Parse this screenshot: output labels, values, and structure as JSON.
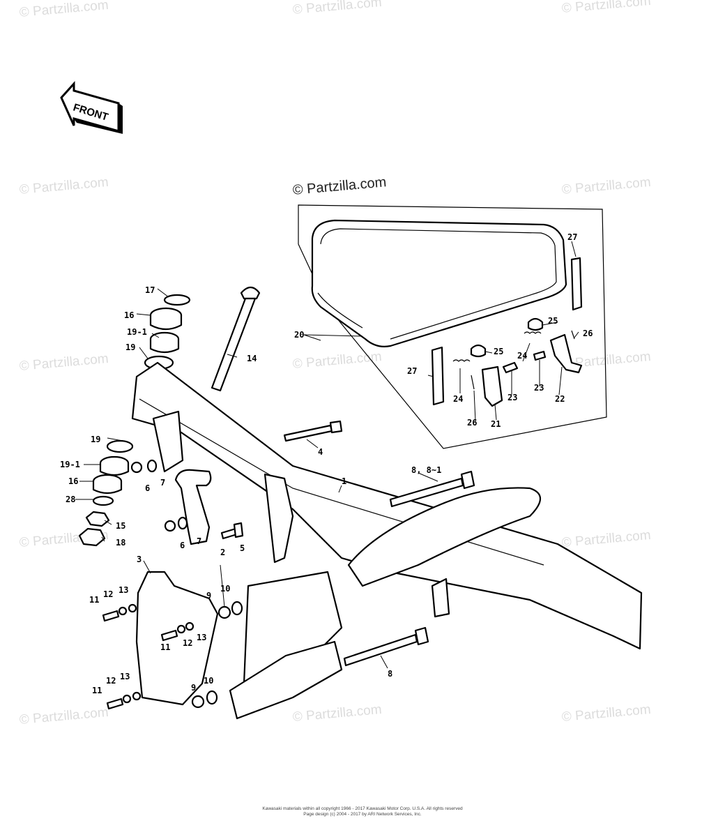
{
  "watermark": "© Partzilla.com",
  "front_label": "FRONT",
  "callouts": {
    "c1": "1",
    "c2": "2",
    "c3": "3",
    "c4": "4",
    "c5": "5",
    "c6a": "6",
    "c6b": "6",
    "c7a": "7",
    "c7b": "7",
    "c8a": "8, 8~1",
    "c8b": "8",
    "c9a": "9",
    "c9b": "9",
    "c10a": "10",
    "c10b": "10",
    "c11a": "11",
    "c11b": "11",
    "c11c": "11",
    "c12a": "12",
    "c12b": "12",
    "c12c": "12",
    "c13a": "13",
    "c13b": "13",
    "c13c": "13",
    "c14": "14",
    "c15": "15",
    "c16a": "16",
    "c16b": "16",
    "c17": "17",
    "c18": "18",
    "c19a": "19",
    "c19b": "19",
    "c191a": "19-1",
    "c191b": "19-1",
    "c20": "20",
    "c21": "21",
    "c22": "22",
    "c23a": "23",
    "c23b": "23",
    "c24a": "24",
    "c24b": "24",
    "c25a": "25",
    "c25b": "25",
    "c26a": "26",
    "c26b": "26",
    "c27a": "27",
    "c27b": "27",
    "c28": "28"
  },
  "footer": {
    "line1": "Kawasaki materials within all copyright 1966 - 2017  Kawasaki Motor Corp. U.S.A.  All rights reserved",
    "line2": "Page design (c) 2004 - 2017 by ARI Network Services, Inc."
  }
}
